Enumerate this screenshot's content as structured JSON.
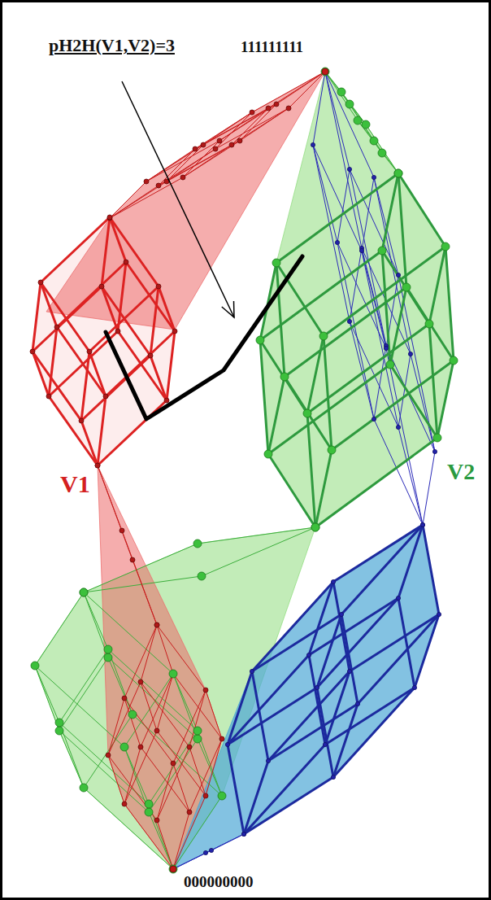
{
  "diagram": {
    "labels": [
      "111111111",
      "pH2H(V1,V2)=3",
      "V1",
      "V2",
      "000000000"
    ]
  }
}
